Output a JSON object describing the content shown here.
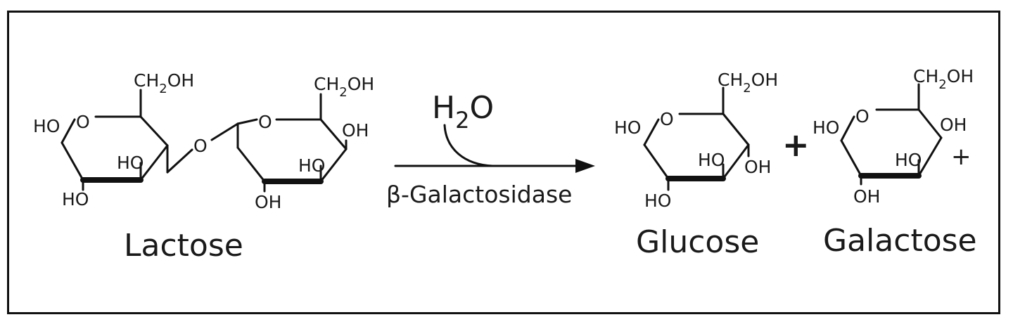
{
  "reaction": {
    "reactant": "Lactose",
    "water": {
      "main": "H",
      "subscript": "2",
      "tail": "O"
    },
    "enzyme": "β-Galactosidase",
    "product_1": "Glucose",
    "product_2": "Galactose",
    "plus": "+",
    "charge": "+"
  },
  "groups": {
    "oh_left": "HO",
    "oh_right": "OH",
    "ring_oxygen": "O",
    "ch2oh": {
      "prefix": "CH",
      "subscript": "2",
      "suffix": "OH"
    }
  }
}
